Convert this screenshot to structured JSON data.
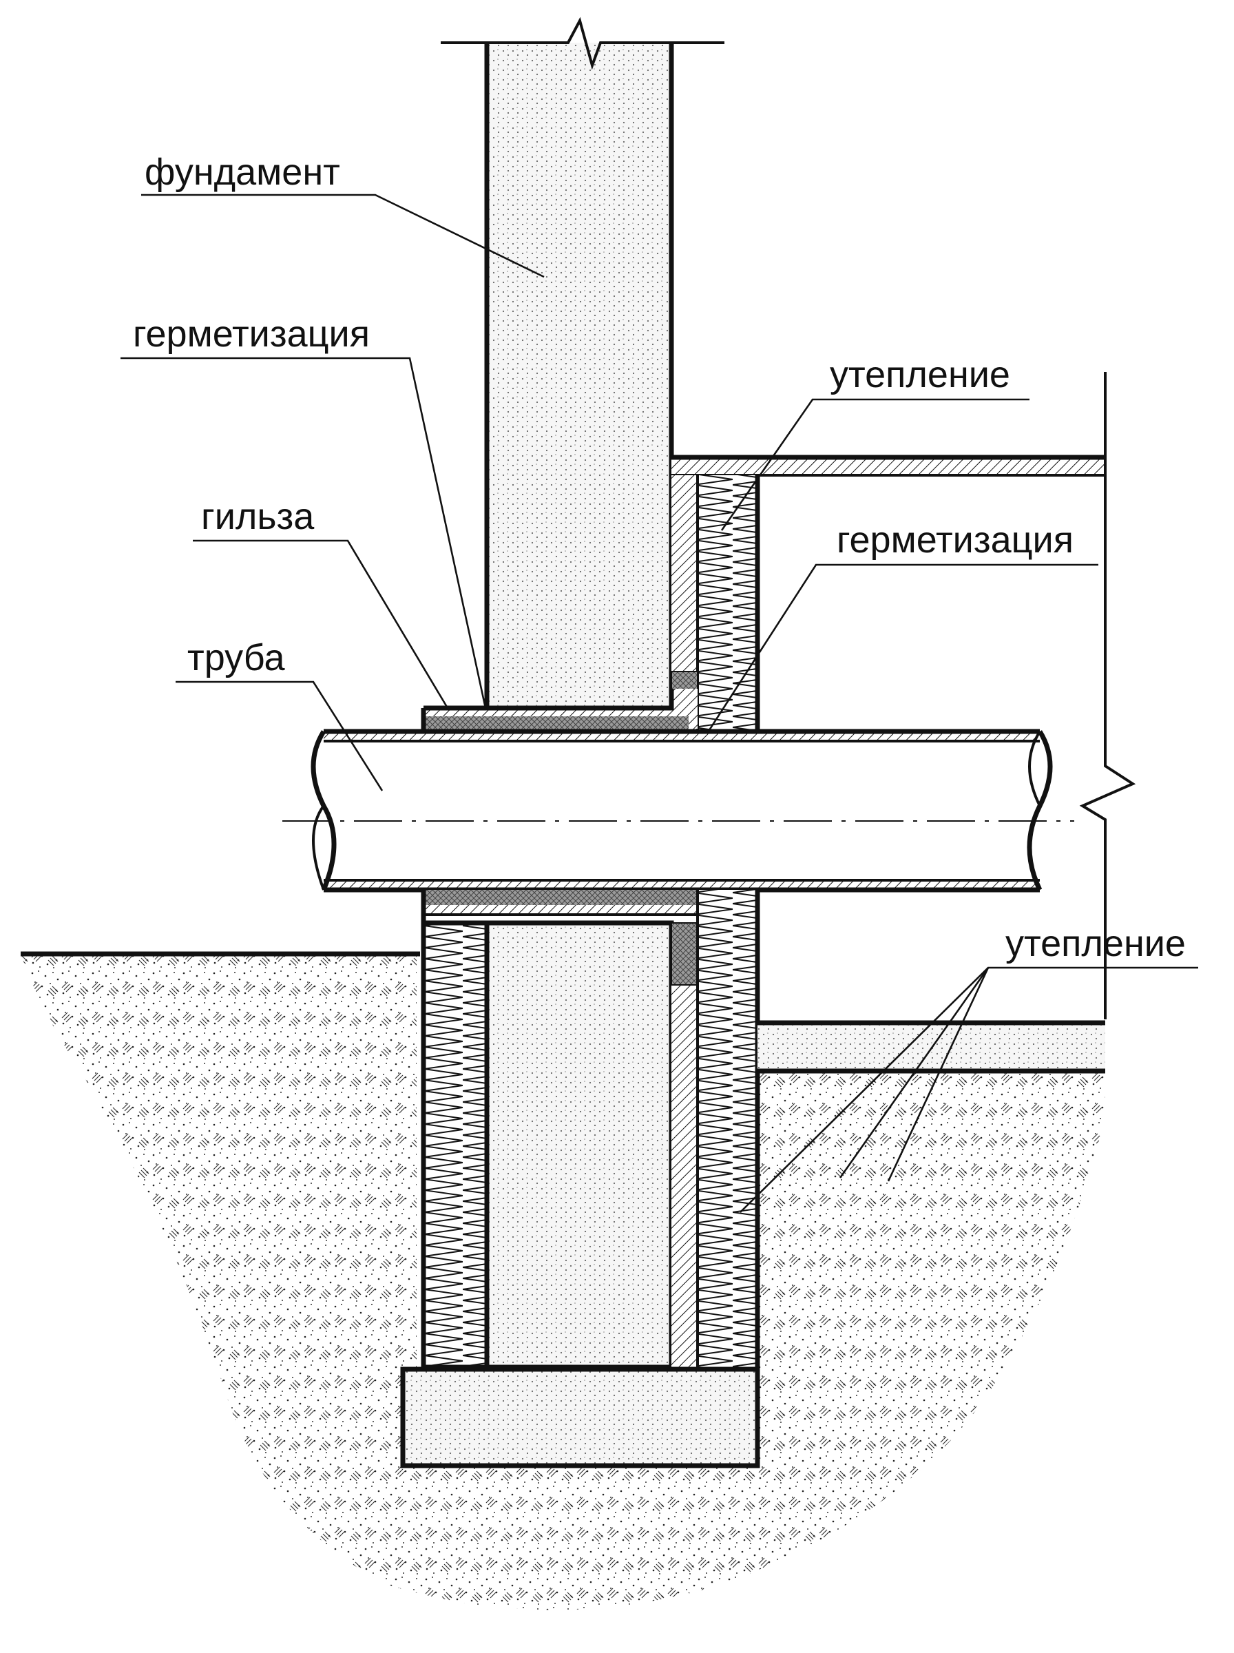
{
  "labels": {
    "foundation": "фундамент",
    "sealing_top": "герметизация",
    "insulation_top": "утепление",
    "sleeve": "гильза",
    "sealing_right": "герметизация",
    "pipe": "труба",
    "insulation_bottom": "утепление"
  },
  "colors": {
    "ink": "#111111",
    "paper": "#ffffff",
    "concrete_fill": "#f4f4f4",
    "seal_fill": "#9a9a9a"
  }
}
